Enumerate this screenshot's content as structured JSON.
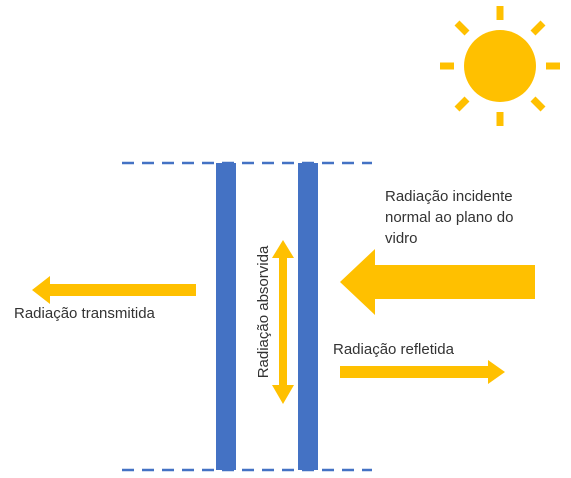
{
  "labels": {
    "incident_line1": "Radiação incidente",
    "incident_line2": "normal ao plano do",
    "incident_line3": "vidro",
    "transmitted": "Radiação transmitida",
    "reflected": "Radiação refletida",
    "absorbed": "Radiação absorvida"
  },
  "colors": {
    "glass_pane": "#4472c4",
    "dashed_boundary": "#4472c4",
    "arrow": "#ffc000",
    "sun": "#ffc000",
    "text": "#333333"
  },
  "icons": {
    "sun": "sun-icon"
  }
}
